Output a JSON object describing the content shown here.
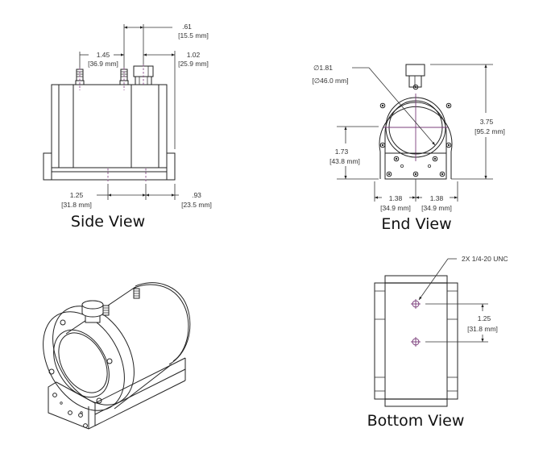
{
  "side_view": {
    "title": "Side View",
    "dims": {
      "top_offset_in": ".61",
      "top_offset_mm": "[15.5 mm]",
      "nipple_spacing_in": "1.45",
      "nipple_spacing_mm": "[36.9 mm]",
      "fitting_to_end_in": "1.02",
      "fitting_to_end_mm": "[25.9 mm]",
      "bottom_hole_spacing_in": "1.25",
      "bottom_hole_spacing_mm": "[31.8 mm]",
      "hole_to_end_in": ".93",
      "hole_to_end_mm": "[23.5 mm]"
    }
  },
  "end_view": {
    "title": "End View",
    "dims": {
      "aperture_in": "∅1.81",
      "aperture_mm": "[∅46.0 mm]",
      "height_in": "3.75",
      "height_mm": "[95.2 mm]",
      "center_height_in": "1.73",
      "center_height_mm": "[43.8 mm]",
      "half_width_left_in": "1.38",
      "half_width_left_mm": "[34.9 mm]",
      "half_width_right_in": "1.38",
      "half_width_right_mm": "[34.9 mm]"
    }
  },
  "iso_view": {
    "label": "isometric-view"
  },
  "bottom_view": {
    "title": "Bottom View",
    "dims": {
      "thread_note": "2X 1/4-20 UNC",
      "hole_spacing_in": "1.25",
      "hole_spacing_mm": "[31.8 mm]"
    }
  },
  "colors": {
    "centerline": "#8a4a8a",
    "line": "#222222"
  }
}
